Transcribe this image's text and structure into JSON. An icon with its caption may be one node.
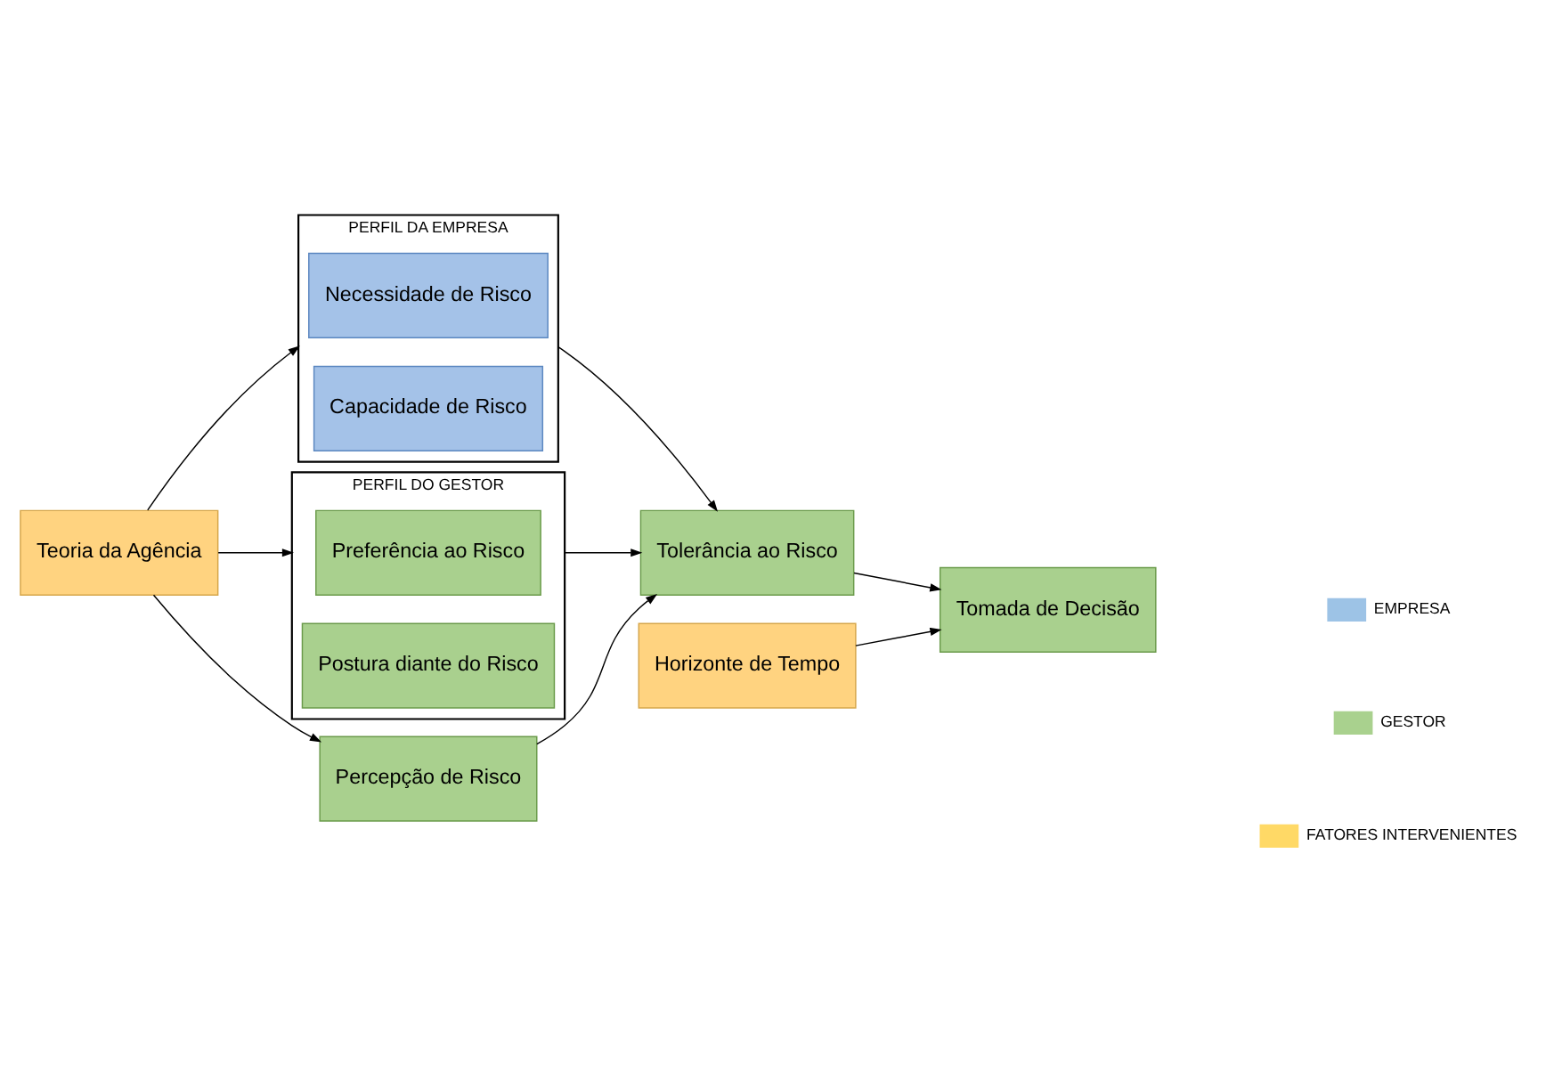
{
  "diagram": {
    "nodes": [
      {
        "text": [
          "Teoria da Agência"
        ]
      },
      {
        "text": [
          "PERFIL DA EMPRESA"
        ]
      },
      {
        "text": [
          "Necessidade de Risco"
        ],
        "in": 1
      },
      {
        "text": [
          "Capacidade de Risco"
        ],
        "in": 1
      },
      {
        "text": [
          "PERFIL DO GESTOR"
        ]
      },
      {
        "text": [
          "Preferência ao Risco"
        ],
        "in": 4
      },
      {
        "text": [
          "Postura diante do Risco"
        ],
        "in": 4
      },
      {
        "text": [
          "Percepção de Risco"
        ]
      },
      {
        "text": [
          "Horizonte de Tempo"
        ]
      },
      {
        "text": [
          "Tolerância ao Risco"
        ]
      },
      {
        "text": [
          "Tomada de Decisão"
        ]
      }
    ],
    "edges": [
      {
        "from": 0,
        "to": 1,
        "arrow": "to"
      },
      {
        "from": 0,
        "to": 4,
        "arrow": "to"
      },
      {
        "from": 0,
        "to": 7,
        "arrow": "to"
      },
      {
        "from": 1,
        "to": 9,
        "arrow": "to"
      },
      {
        "from": 4,
        "to": 9,
        "arrow": "to"
      },
      {
        "from": 7,
        "to": 9,
        "arrow": "to"
      },
      {
        "from": 9,
        "to": 10,
        "arrow": "to"
      },
      {
        "from": 8,
        "to": 10,
        "arrow": "to"
      }
    ],
    "legend": [
      {
        "text": "EMPRESA",
        "color": "#9dc3e6"
      },
      {
        "text": "GESTOR",
        "color": "#a9d18e"
      },
      {
        "text": "FATORES INTERVENIENTES",
        "color": "#ffd966"
      }
    ]
  }
}
